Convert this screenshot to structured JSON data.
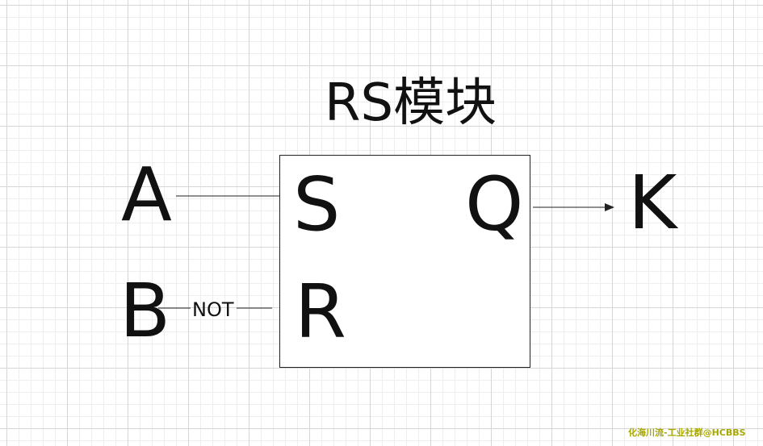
{
  "diagram": {
    "title": "RS模块",
    "inputs": {
      "a": "A",
      "b": "B"
    },
    "output": "K",
    "block": {
      "pin_set": "S",
      "pin_reset": "R",
      "pin_output": "Q"
    },
    "gate_label": "NOT"
  },
  "watermark": "化海川流-工业社群@HCBBS",
  "colors": {
    "background": "#ffffff",
    "grid_major": "#d6d6d6",
    "grid_minor": "#eeeeee",
    "line": "#222222",
    "text": "#111111",
    "watermark": "#a8a800"
  }
}
